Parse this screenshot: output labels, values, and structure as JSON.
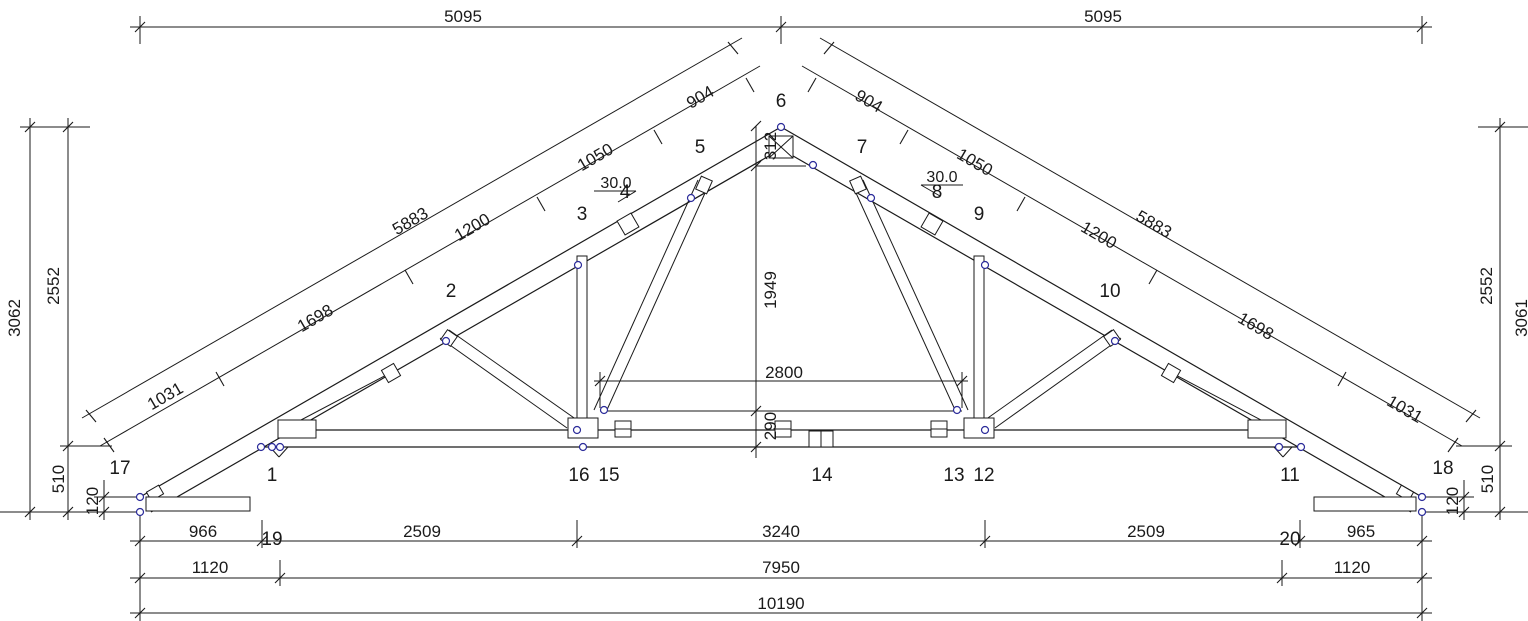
{
  "drawing": {
    "dimensions": {
      "top_left_half": "5095",
      "top_right_half": "5095",
      "left_rafter_total": "5883",
      "left_rafter_segments": [
        "1031",
        "1698",
        "1200",
        "1050",
        "904"
      ],
      "right_rafter_total": "5883",
      "right_rafter_segments": [
        "904",
        "1050",
        "1200",
        "1698",
        "1031"
      ],
      "left_height_total": "3062",
      "left_height_upper": "2552",
      "left_height_lower": "510",
      "left_height_bottom": "120",
      "right_height_total": "3061",
      "right_height_upper": "2552",
      "right_height_lower": "510",
      "right_height_bottom": "120",
      "ridge_block": "312",
      "center_height": "1949",
      "collar_width": "2800",
      "chord_depth": "290",
      "bottom_row1": [
        "966",
        "2509",
        "3240",
        "2509",
        "965"
      ],
      "bottom_row2": [
        "1120",
        "7950",
        "1120"
      ],
      "bottom_total": "10190"
    },
    "angles": {
      "left": "30.0",
      "right": "30.0"
    },
    "nodes": {
      "n1": "1",
      "n2": "2",
      "n3": "3",
      "n4": "4",
      "n5": "5",
      "n6": "6",
      "n7": "7",
      "n8": "8",
      "n9": "9",
      "n10": "10",
      "n11": "11",
      "n12": "12",
      "n13": "13",
      "n14": "14",
      "n15": "15",
      "n16": "16",
      "n17": "17",
      "n18": "18",
      "n19": "19",
      "n20": "20"
    }
  }
}
